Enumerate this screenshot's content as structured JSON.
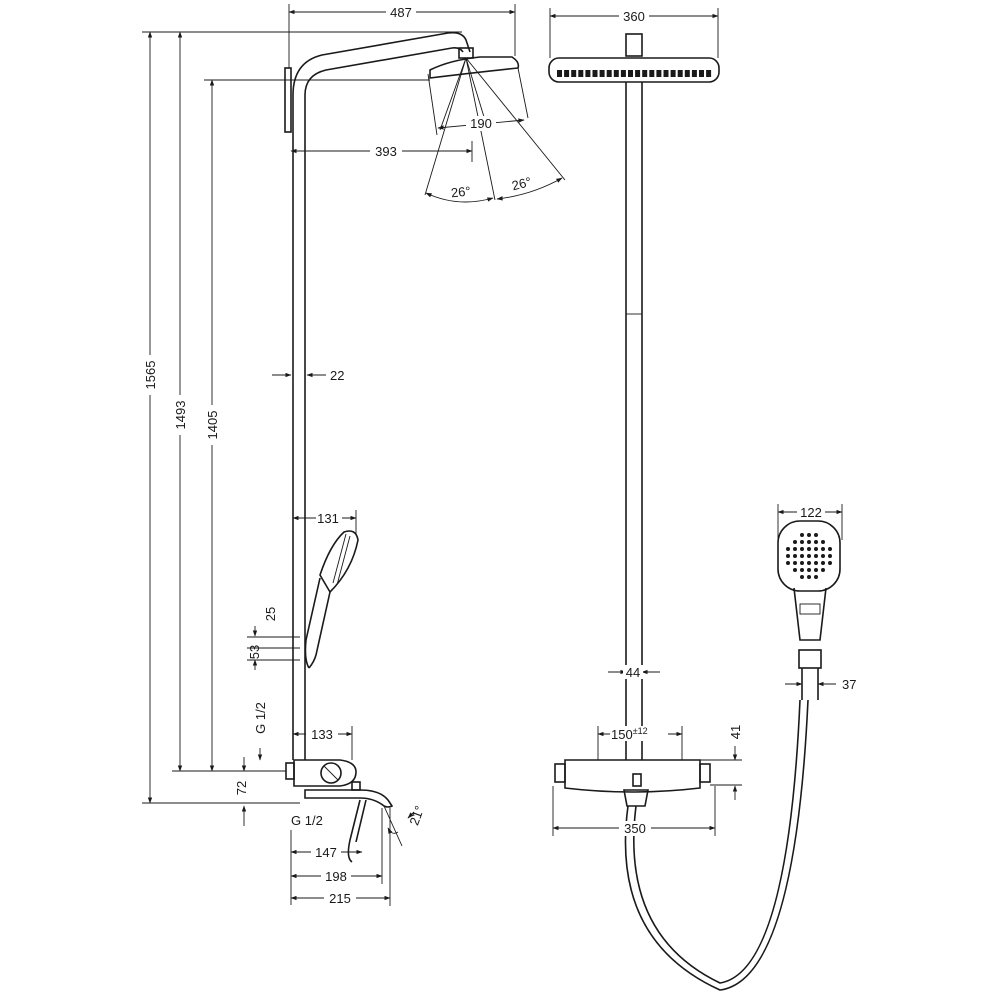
{
  "dimensions": {
    "d487": "487",
    "d360": "360",
    "d1565": "1565",
    "d1493": "1493",
    "d1405": "1405",
    "d190": "190",
    "d393": "393",
    "d26a": "26°",
    "d26b": "26°",
    "d22": "22",
    "d131": "131",
    "d25": "25",
    "d53": "53",
    "dG12a": "G 1/2",
    "d133": "133",
    "d72": "72",
    "dG12b": "G 1/2",
    "d147": "147",
    "d198": "198",
    "d215": "215",
    "d21": "21°",
    "d44": "44",
    "d150": "150",
    "d150tol": "±12",
    "d41": "41",
    "d350": "350",
    "d122": "122",
    "d37": "37"
  }
}
